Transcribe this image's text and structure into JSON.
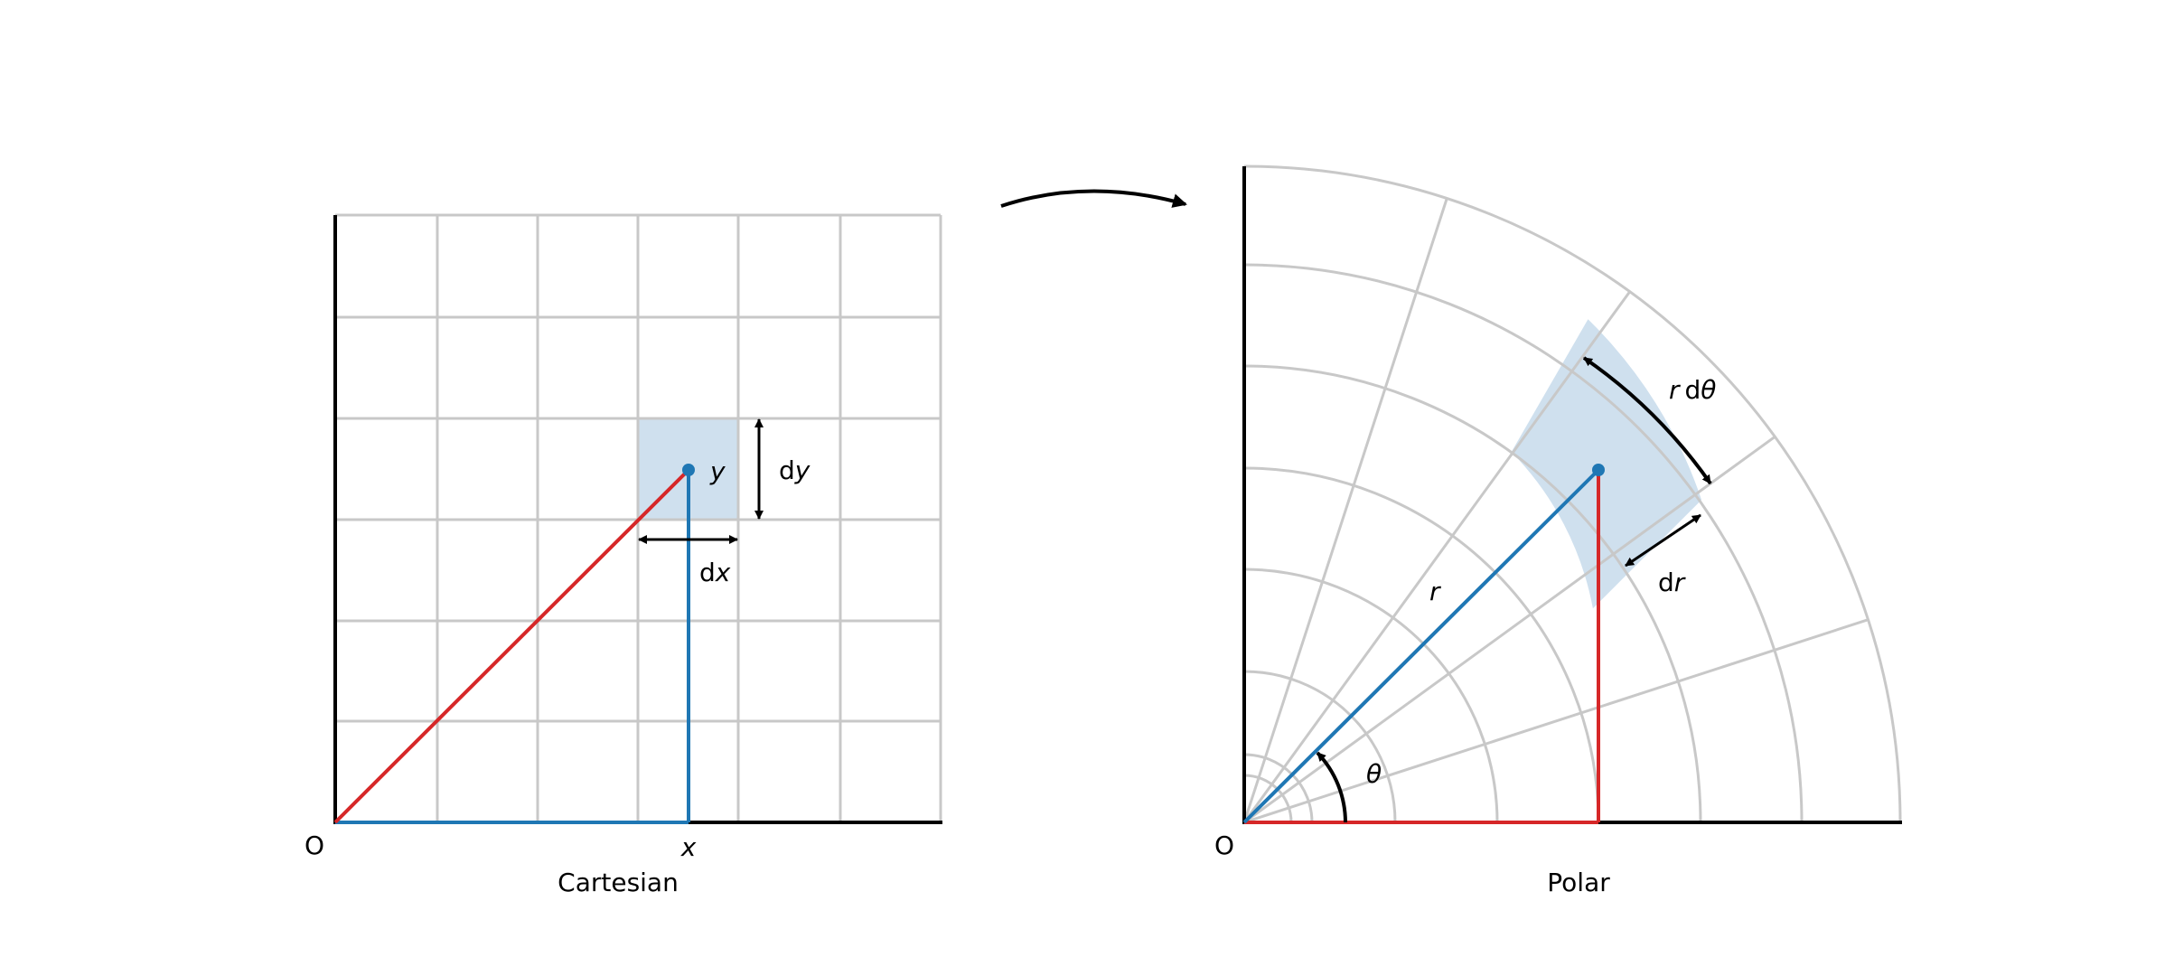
{
  "cartesian": {
    "caption": "Cartesian",
    "origin_label": "O",
    "x_label": "x",
    "y_label": "y",
    "dx_label": {
      "d": "d",
      "var": "x"
    },
    "dy_label": {
      "d": "d",
      "var": "y"
    }
  },
  "polar": {
    "caption": "Polar",
    "origin_label": "O",
    "r_label": "r",
    "theta_label": "θ",
    "dr_label": {
      "d": "d",
      "var": "r"
    },
    "rdtheta_label": {
      "r": "r",
      "d": "d",
      "var": "θ"
    }
  },
  "colors": {
    "grid": "#c8c8c8",
    "axis": "#000000",
    "red": "#d62728",
    "blue": "#1f77b4",
    "cell_fill": "#cfe0ee"
  }
}
